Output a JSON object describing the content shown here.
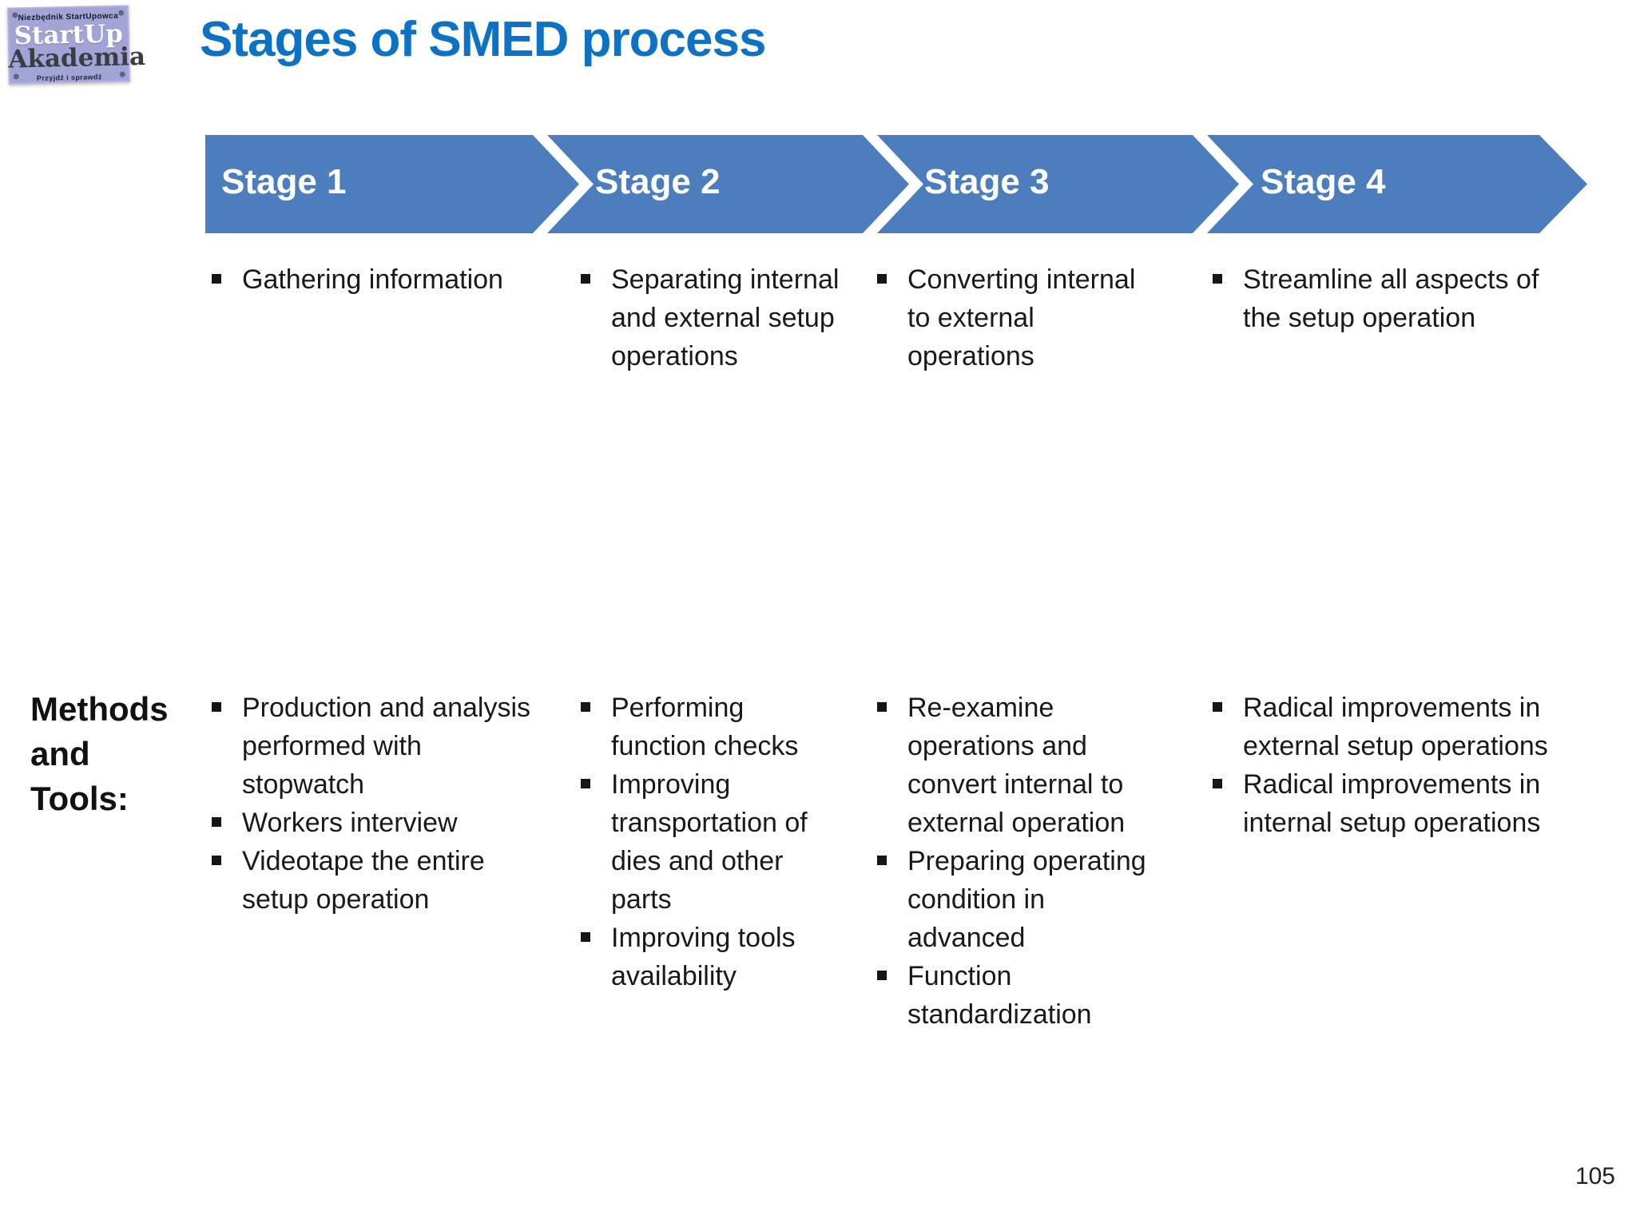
{
  "logo": {
    "top_line": "Niezbędnik StartUpowca",
    "brand_line1": "StartUp",
    "brand_line2": "Akademia",
    "bottom_line": "Przyjdź i sprawdź"
  },
  "title": "Stages of SMED process",
  "methods_label": "Methods and Tools:",
  "stages": [
    {
      "label": "Stage 1",
      "description": [
        "Gathering information"
      ],
      "methods": [
        "Production and analysis performed with stopwatch",
        "Workers interview",
        "Videotape the entire setup operation"
      ]
    },
    {
      "label": "Stage 2",
      "description": [
        "Separating internal and external setup operations"
      ],
      "methods": [
        "Performing function checks",
        "Improving transportation of dies and other parts",
        "Improving tools availability"
      ]
    },
    {
      "label": "Stage 3",
      "description": [
        "Converting internal to external operations"
      ],
      "methods": [
        "Re-examine operations and convert internal to external operation",
        "Preparing operating condition in advanced",
        "Function standardization"
      ]
    },
    {
      "label": "Stage 4",
      "description": [
        "Streamline all aspects of the setup operation"
      ],
      "methods": [
        "Radical improvements in external setup operations",
        "Radical improvements in internal setup operations"
      ]
    }
  ],
  "page_number": "105",
  "icons": {
    "bullet-icon": "▪",
    "screw-icon": "•"
  },
  "colors": {
    "banner_blue": "#4C7EBD",
    "title_blue": "#0D72C4",
    "logo_background": "#A3A4D6",
    "body_text": "#191919"
  }
}
